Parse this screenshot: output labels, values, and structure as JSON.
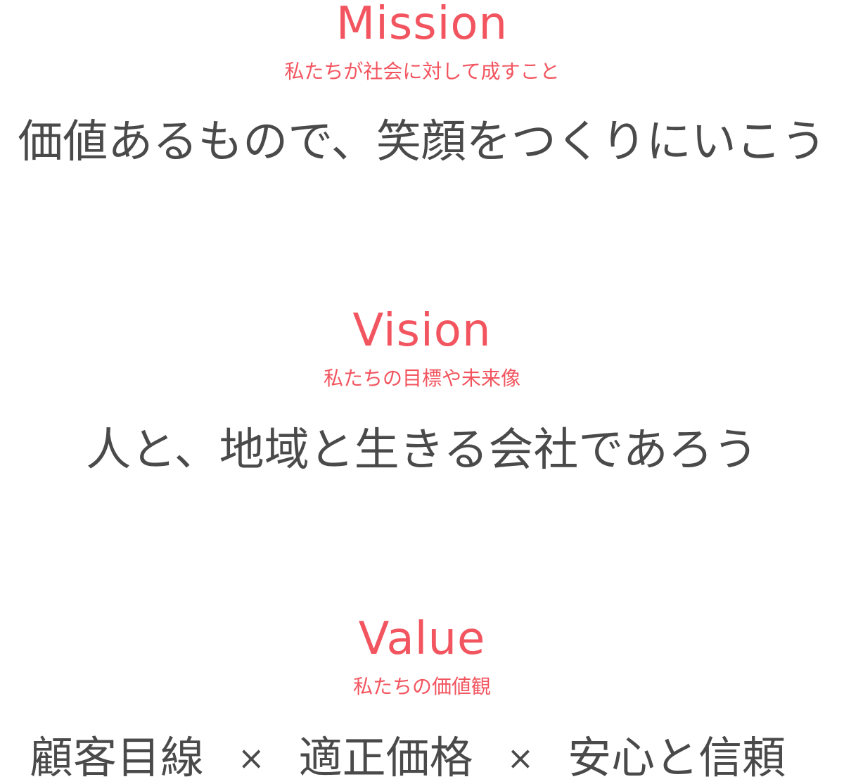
{
  "mission": {
    "title": "Mission",
    "subtitle": "私たちが社会に対して成すこと",
    "statement": "価値あるもので、笑顔をつくりにいこう"
  },
  "vision": {
    "title": "Vision",
    "subtitle": "私たちの目標や未来像",
    "statement": "人と、地域と生きる会社であろう"
  },
  "value": {
    "title": "Value",
    "subtitle": "私たちの価値観",
    "items": [
      "顧客目線",
      "適正価格",
      "安心と信頼"
    ],
    "separator": "×"
  },
  "colors": {
    "accent": "#f2555f",
    "text": "#4a4a4a"
  }
}
